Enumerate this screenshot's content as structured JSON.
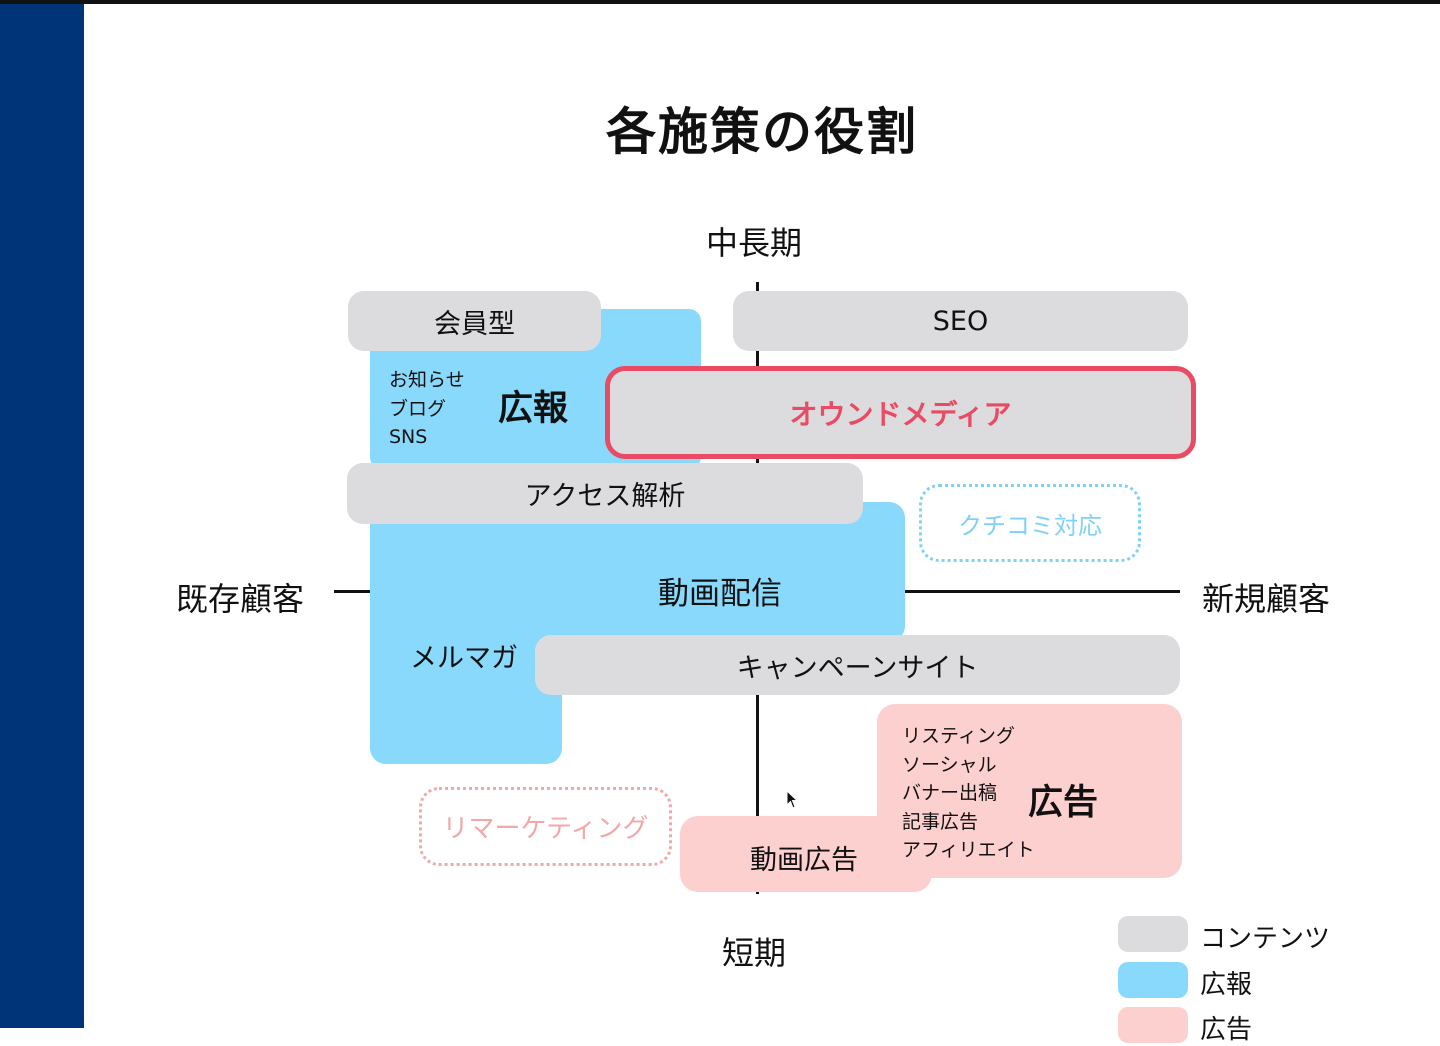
{
  "title": "各施策の役割",
  "axes": {
    "top": "中長期",
    "bottom": "短期",
    "left": "既存顧客",
    "right": "新規顧客"
  },
  "blocks": {
    "kaiin": "会員型",
    "seo": "SEO",
    "owned": "オウンドメディア",
    "access": "アクセス解析",
    "kuchikomi": "クチコミ対応",
    "douga_haishin": "動画配信",
    "merumaga": "メルマガ",
    "campaign": "キャンペーンサイト",
    "remarketing": "リマーケティング",
    "douga_koukoku": "動画広告"
  },
  "pr_group": {
    "items": "お知らせ\nブログ\nSNS",
    "label": "広報"
  },
  "ad_group": {
    "items": "リスティング\nソーシャル\nバナー出稿\n記事広告\nアフィリエイト",
    "label": "広告"
  },
  "legend": [
    {
      "label": "コンテンツ",
      "color": "#dcdcde"
    },
    {
      "label": "広報",
      "color": "#88d9fc"
    },
    {
      "label": "広告",
      "color": "#fdd0d0"
    }
  ],
  "colors": {
    "sidebar": "#003478",
    "content_gray": "#dcdcde",
    "pr_blue": "#88d9fc",
    "ad_pink": "#fdd0d0",
    "owned_red": "#e94a64"
  }
}
